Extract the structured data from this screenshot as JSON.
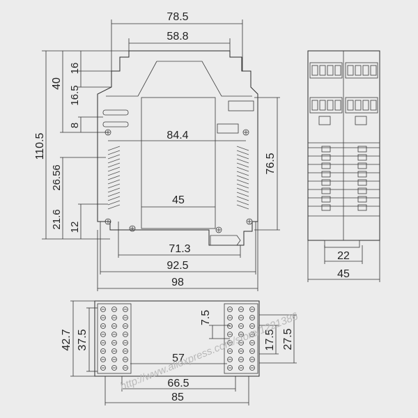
{
  "dims": {
    "top_width": "78.5",
    "inner_width": "58.8",
    "height_total": "110.5",
    "h_40": "40",
    "h_16": "16",
    "h_16_5": "16.5",
    "h_8": "8",
    "h_26_56": "26.56",
    "h_21_6": "21.6",
    "h_12": "12",
    "span_84_4": "84.4",
    "w_45_front": "45",
    "w_71_3": "71.3",
    "w_92_5": "92.5",
    "w_98": "98",
    "h_76_5": "76.5",
    "side_22": "22",
    "side_45": "45",
    "bot_42_7": "42.7",
    "bot_37_5": "37.5",
    "bot_7_5": "7.5",
    "bot_17_5": "17.5",
    "bot_27_5": "27.5",
    "bot_57": "57",
    "bot_66_5": "66.5",
    "bot_85": "85"
  },
  "watermark": {
    "bottom": "http://www.aliexpress.com/store/1221386"
  },
  "colors": {
    "background": "#ececec",
    "line": "#2a2a2a"
  }
}
